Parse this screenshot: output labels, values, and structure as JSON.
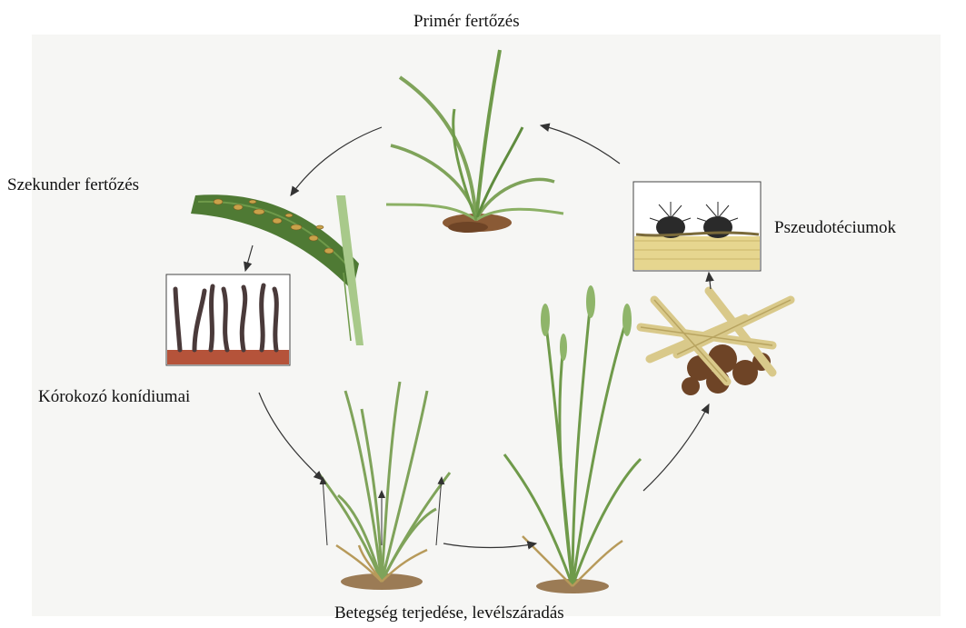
{
  "labels": {
    "primary_infection": "Primér fertőzés",
    "secondary_infection": "Szekunder fertőzés",
    "pseudothecia": "Pszeudotéciumok",
    "conidia": "Kórokozó konídiumai",
    "spread": "Betegség terjedése, levélszáradás"
  },
  "colors": {
    "leaf_green": "#7fa35a",
    "dark_green": "#4f7a34",
    "lesion": "#c9a24a",
    "soil": "#8a5a35",
    "straw": "#d9c98a",
    "conidia_dark": "#4a3a3a",
    "conidia_base": "#b5533a",
    "arrow": "#333333"
  }
}
